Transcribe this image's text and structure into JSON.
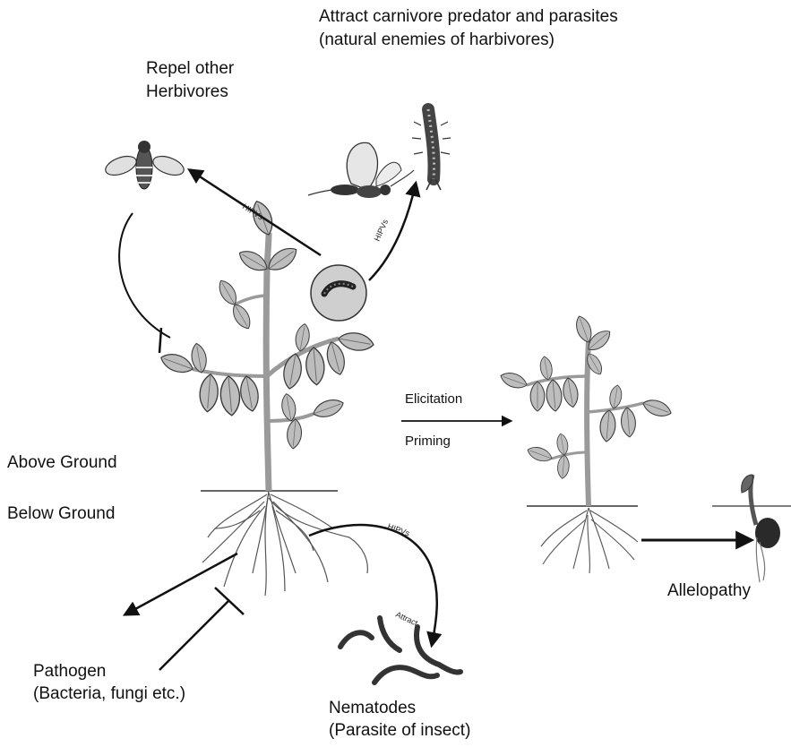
{
  "labels": {
    "attract_line1": "Attract carnivore predator and parasites",
    "attract_line2": "(natural enemies of harbivores)",
    "repel_line1": "Repel other",
    "repel_line2": "Herbivores",
    "above_ground": "Above Ground",
    "below_ground": "Below Ground",
    "elicitation": "Elicitation",
    "priming": "Priming",
    "pathogen_line1": "Pathogen",
    "pathogen_line2": "(Bacteria, fungi etc.)",
    "nematodes_line1": "Nematodes",
    "nematodes_line2": "(Parasite of insect)",
    "allelopathy": "Allelopathy",
    "hipvs_left": "HIPVs",
    "hipvs_up": "HIPVs",
    "hipvs_roots": "HIPVs",
    "attract_small": "Attract"
  },
  "colors": {
    "ink": "#111111",
    "leaf_fill": "#bdbdbd",
    "leaf_stroke": "#3a3a3a",
    "stem": "#9a9a9a",
    "root": "#555555"
  }
}
